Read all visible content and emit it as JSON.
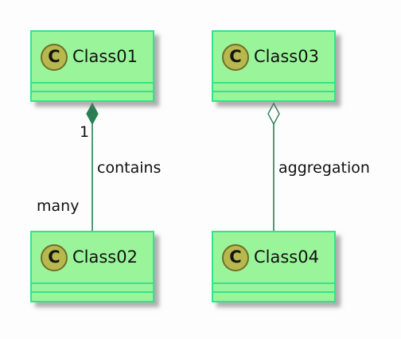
{
  "colors": {
    "class_fill": "#9af59a",
    "class_border": "#33e38c",
    "stereotype_circle": "#b7b84d",
    "edge_line": "#2b7f55",
    "composition_diamond": "#2b7f55",
    "aggregation_diamond_fill": "#ffffff"
  },
  "classes": [
    {
      "name": "Class01",
      "stereotype": "C"
    },
    {
      "name": "Class02",
      "stereotype": "C"
    },
    {
      "name": "Class03",
      "stereotype": "C"
    },
    {
      "name": "Class04",
      "stereotype": "C"
    }
  ],
  "relations": [
    {
      "from": "Class01",
      "to": "Class02",
      "type": "composition",
      "label": "contains",
      "from_multiplicity": "1",
      "to_multiplicity": "many"
    },
    {
      "from": "Class03",
      "to": "Class04",
      "type": "aggregation",
      "label": "aggregation"
    }
  ]
}
